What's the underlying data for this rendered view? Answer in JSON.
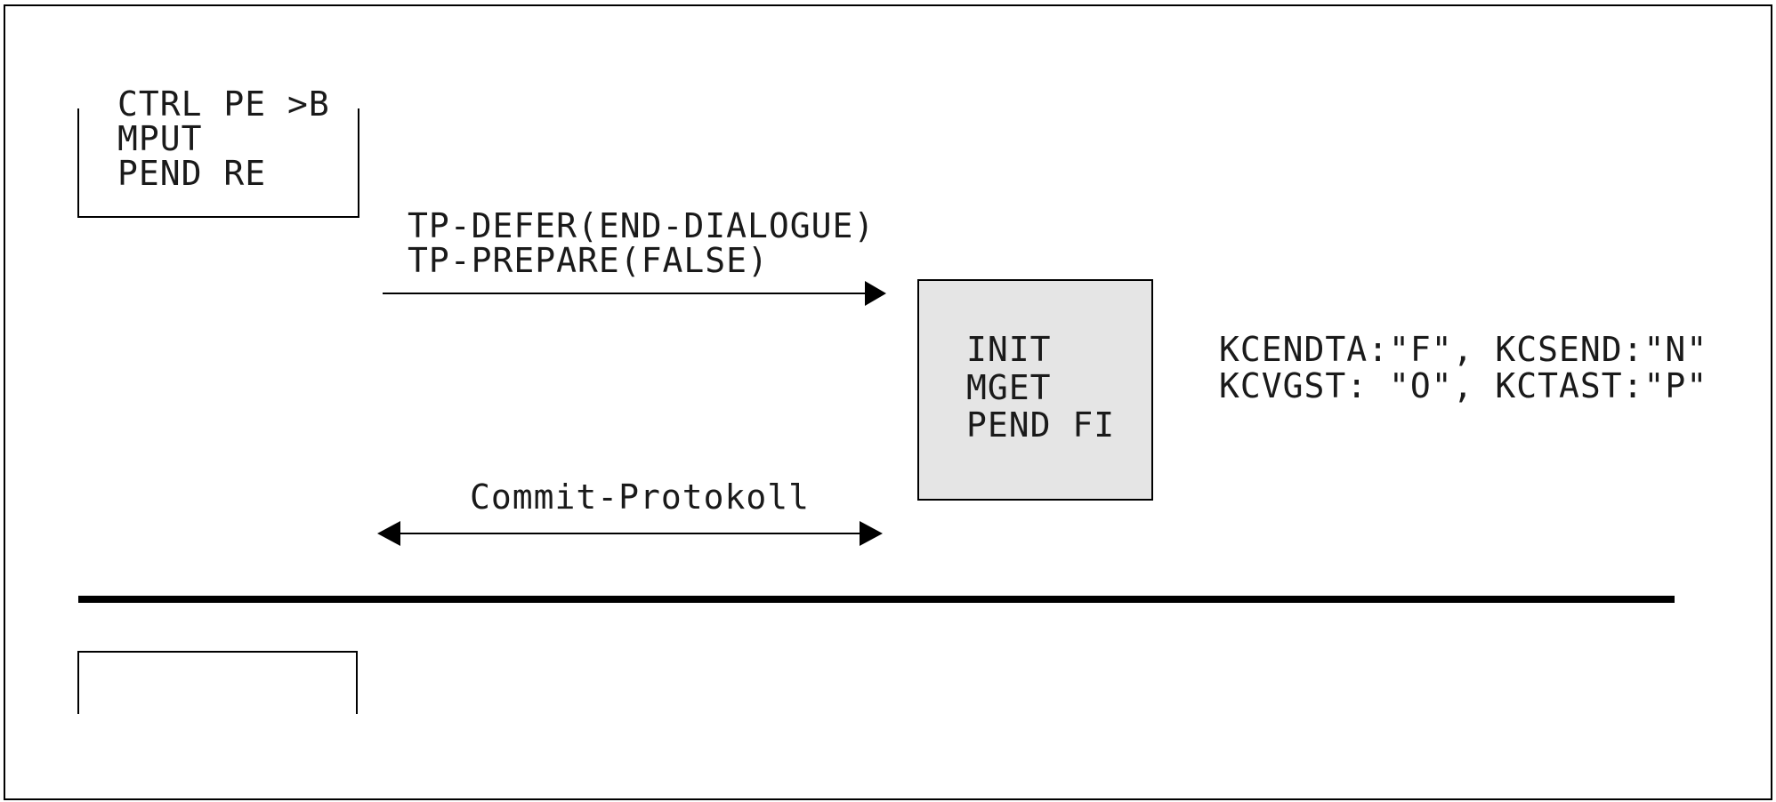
{
  "left_box": {
    "lines": [
      "CTRL PE >B",
      "MPUT",
      "PEND RE"
    ]
  },
  "request_arrow": {
    "lines": [
      "TP-DEFER(END-DIALOGUE)",
      "TP-PREPARE(FALSE)"
    ]
  },
  "center_box": {
    "lines": [
      "INIT",
      "MGET",
      "PEND FI"
    ],
    "fill_color": "#e5e5e5"
  },
  "status": {
    "lines": [
      "KCENDTA:\"F\", KCSEND:\"N\"",
      "KCVGST: \"O\", KCTAST:\"P\""
    ]
  },
  "commit_arrow": {
    "label": "Commit-Protokoll"
  }
}
